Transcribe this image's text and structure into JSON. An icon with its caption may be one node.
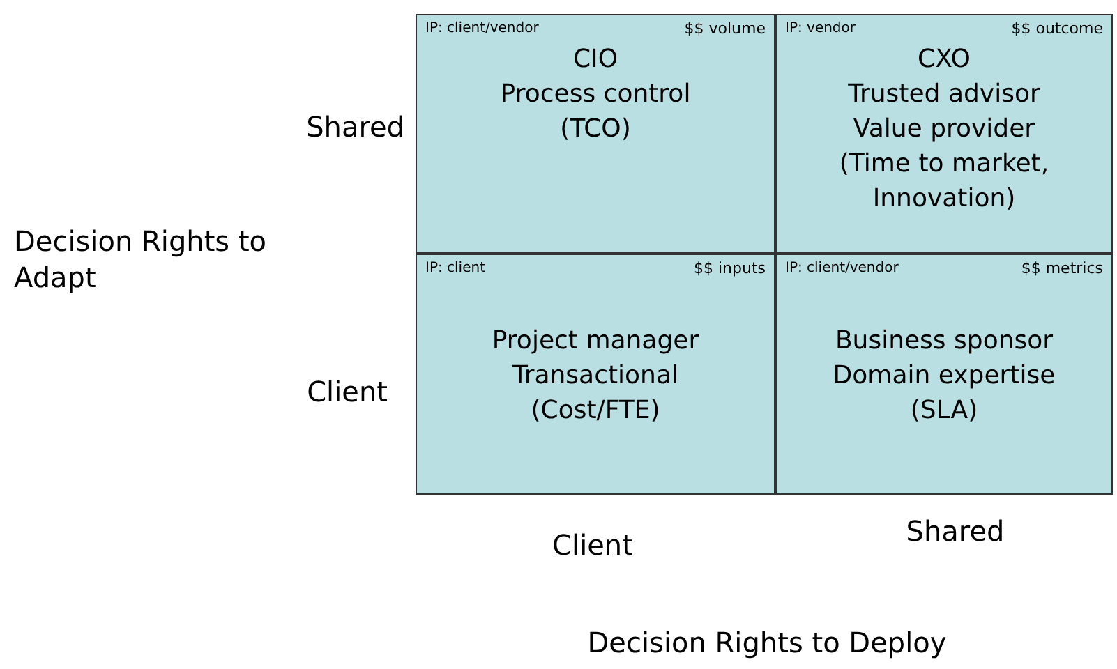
{
  "diagram": {
    "nodes": [
      {
        "text": [
          "IP: client/vendor",
          "$$ volume",
          "CIO",
          "Process control",
          "(TCO)"
        ]
      },
      {
        "text": [
          "IP: vendor",
          "$$ outcome",
          "CXO",
          "Trusted advisor",
          "Value provider",
          "(Time to market, Innovation)"
        ]
      },
      {
        "text": [
          "IP: client",
          "$$ inputs",
          "Project manager",
          "Transactional",
          "(Cost/FTE)"
        ]
      },
      {
        "text": [
          "IP: client/vendor",
          "$$ metrics",
          "Business sponsor",
          "Domain expertise",
          "(SLA)"
        ]
      }
    ],
    "labels": [
      "Shared",
      "Decision Rights to Adapt",
      "Client",
      "Client",
      "Shared",
      "Decision Rights to Deploy"
    ]
  }
}
